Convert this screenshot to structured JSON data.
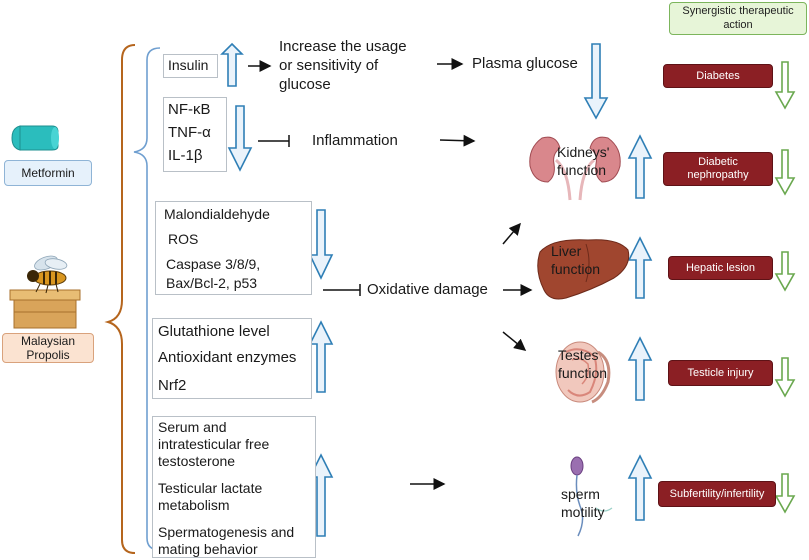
{
  "legend": {
    "title": "Synergistic therapeutic action"
  },
  "agents": {
    "metformin": "Metformin",
    "propolis": "Malaysian Propolis"
  },
  "markers": {
    "insulin": "Insulin",
    "inflammatory": [
      "NF-κB",
      "TNF-α",
      "IL-1β"
    ],
    "oxidative": [
      "Malondialdehyde",
      "ROS",
      "Caspase 3/8/9,",
      "Bax/Bcl-2, p53"
    ],
    "antioxidant": [
      "Glutathione level",
      "Antioxidant enzymes",
      "Nrf2"
    ],
    "reproductive": [
      "Serum and",
      "intratesticular free",
      "testosterone",
      "Testicular lactate",
      "metabolism",
      "Spermatogenesis and",
      "mating behavior"
    ]
  },
  "processes": {
    "glucose_usage": [
      "Increase the usage",
      "or sensitivity of",
      "glucose"
    ],
    "plasma_glucose": "Plasma glucose",
    "inflammation": "Inflammation",
    "oxidative_damage": "Oxidative damage"
  },
  "organs": {
    "kidney": [
      "Kidneys'",
      "function"
    ],
    "liver": [
      "Liver",
      "function"
    ],
    "testes": [
      "Testes",
      "function"
    ],
    "sperm": [
      "sperm",
      "motility"
    ]
  },
  "outcomes": [
    "Diabetes",
    "Diabetic nephropathy",
    "Hepatic lesion",
    "Testicle injury",
    "Subfertility/infertility"
  ],
  "icons": {
    "up_arrow": "blue-up-arrow-icon",
    "down_arrow": "blue-down-arrow-icon",
    "green_down": "green-down-arrow-icon",
    "metformin": "capsule-icon",
    "propolis": "bee-hive-icon",
    "kidney": "kidney-icon",
    "liver": "liver-icon",
    "testes": "testis-icon",
    "sperm": "sperm-icon"
  },
  "colors": {
    "arrow_blue": "#2f7fb6",
    "arrow_fill": "#eaf3fb",
    "outcome_red": "#8b1f24",
    "green": "#6aa84f",
    "bracket": "#b5651d"
  }
}
